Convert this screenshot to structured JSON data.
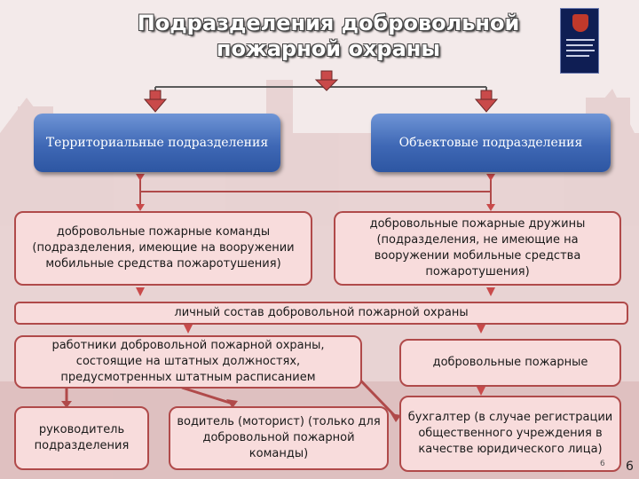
{
  "title": "Подразделения добровольной пожарной охраны",
  "top_left_box": "Территориальные подразделения",
  "top_right_box": "Объектовые подразделения",
  "mid_left_box": "добровольные пожарные команды (подразделения, имеющие на вооружении мобильные средства пожаротушения)",
  "mid_right_box": "добровольные пожарные дружины (подразделения, не имеющие на вооружении мобильные средства пожаротушения)",
  "personnel_bar": "личный состав добровольной пожарной охраны",
  "staff_box": "работники добровольной пожарной охраны, состоящие на штатных должностях, предусмотренных штатным расписанием",
  "volunteers_box": "добровольные пожарные",
  "head_box": "руководитель подразделения",
  "driver_box": "водитель (моторист) (только для добровольной пожарной команды)",
  "accountant_box": "бухгалтер (в случае регистрации общественного учреждения в качестве юридического лица)",
  "page_number": "6",
  "page_number_small": "6",
  "colors": {
    "blue_box": "#3f68b5",
    "pink_box": "#f8dcdc",
    "border": "#b04a4a",
    "arrow": "#c94a4a"
  }
}
